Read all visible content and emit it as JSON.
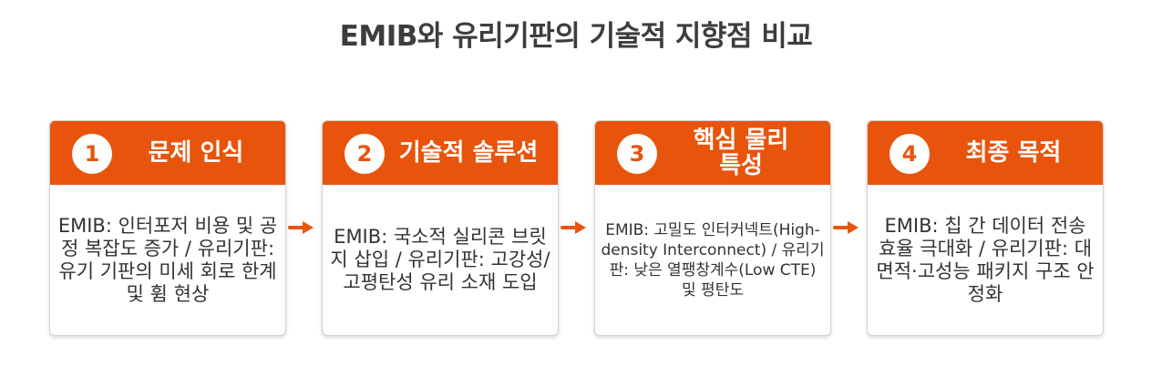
{
  "title": "EMIB와 유리기판의 기술적 지향점 비교",
  "steps": [
    {
      "number": "1",
      "title": "문제 인식",
      "body": "EMIB: 인터포저 비용 및 공정 복잡도 증가 / 유리기판: 유기 기판의 미세 회로 한계 및 휨 현상"
    },
    {
      "number": "2",
      "title": "기술적 솔루션",
      "body": "EMIB: 국소적 실리콘 브릿지 삽입 / 유리기판: 고강성/고평탄성 유리 소재 도입"
    },
    {
      "number": "3",
      "title": "핵심 물리 특성",
      "body": "EMIB: 고밀도 인터커넥트(High-density Interconnect) / 유리기판: 낮은 열팽창계수(Low CTE) 및 평탄도"
    },
    {
      "number": "4",
      "title": "최종 목적",
      "body": "EMIB: 칩 간 데이터 전송 효율 극대화 / 유리기판: 대면적·고성능 패키지 구조 안정화"
    }
  ],
  "colors": {
    "accent": "#e8540b",
    "border": "#d2d2d2",
    "text": "#333333"
  },
  "icons": {
    "connector": "arrow-right-icon"
  }
}
